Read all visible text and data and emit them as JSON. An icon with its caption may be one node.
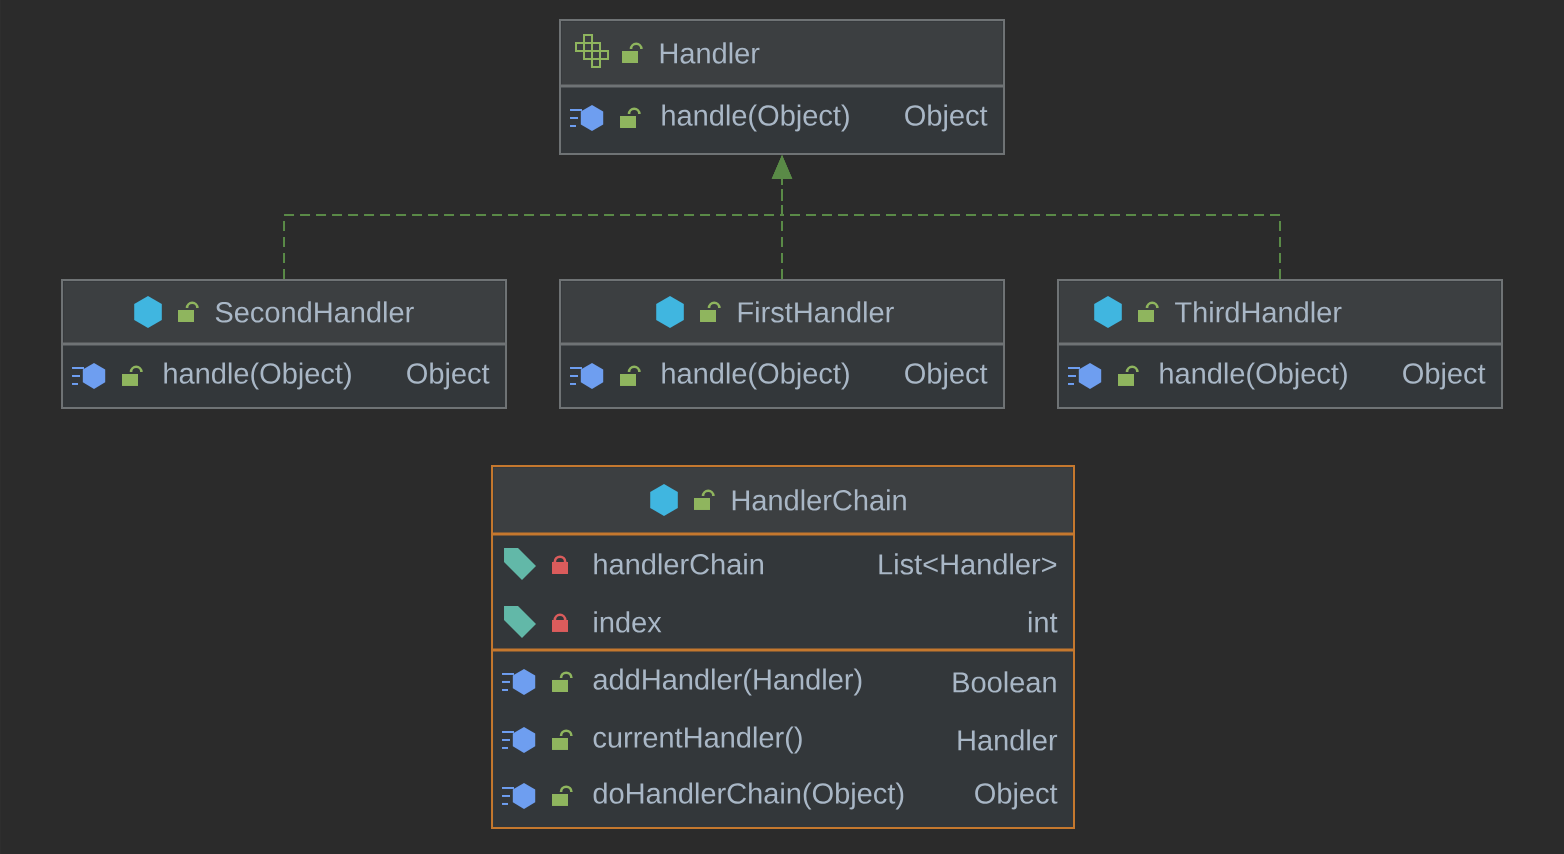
{
  "diagram": {
    "nodes": [
      {
        "text": [
          "Handler",
          "handle(Object)",
          "Object"
        ]
      },
      {
        "text": [
          "SecondHandler",
          "handle(Object)",
          "Object"
        ]
      },
      {
        "text": [
          "FirstHandler",
          "handle(Object)",
          "Object"
        ]
      },
      {
        "text": [
          "ThirdHandler",
          "handle(Object)",
          "Object"
        ]
      },
      {
        "text": [
          "HandlerChain",
          "handlerChain",
          "List<Handler>",
          "index",
          "int",
          "addHandler(Handler)",
          "Boolean",
          "currentHandler()",
          "Handler",
          "doHandlerChain(Object)",
          "Object"
        ]
      }
    ],
    "edges": [
      {
        "from": 1,
        "to": 0,
        "arrow": "to",
        "style": "dashed"
      },
      {
        "from": 2,
        "to": 0,
        "arrow": "to",
        "style": "dashed"
      },
      {
        "from": 3,
        "to": 0,
        "arrow": "to",
        "style": "dashed"
      }
    ]
  }
}
